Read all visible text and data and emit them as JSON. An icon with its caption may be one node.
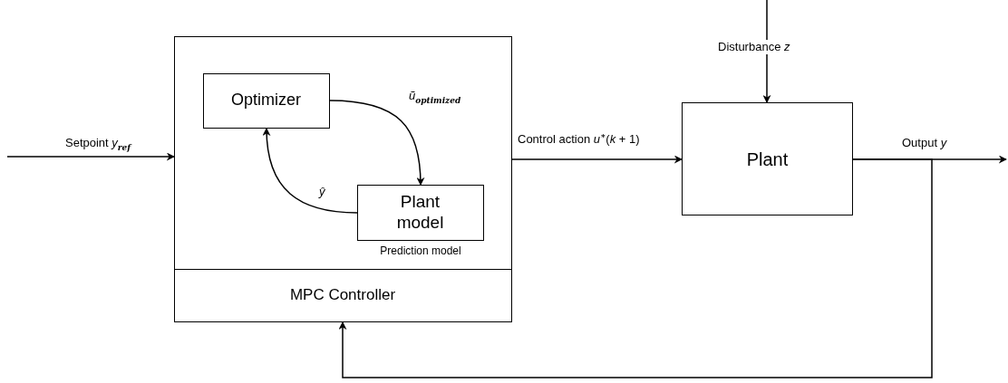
{
  "diagram": {
    "nodes": [
      {
        "text": [],
        "shape": "box"
      },
      {
        "text": [
          "MPC Controller"
        ],
        "in": 0
      },
      {
        "text": [
          "Optimizer"
        ],
        "in": 0
      },
      {
        "text": [
          "Plant model"
        ],
        "in": 0,
        "beside": [
          "Prediction model"
        ]
      },
      {
        "text": [
          "Plant"
        ]
      }
    ],
    "edges": [
      {
        "from": null,
        "to": 0,
        "arrow": "to",
        "label": "Setpoint *y*$_{ref}$"
      },
      {
        "from": 2,
        "to": 3,
        "arrow": "to",
        "label": "*ũ*$_{optimized}$"
      },
      {
        "from": 3,
        "to": 2,
        "arrow": "to",
        "label": "*ŷ*"
      },
      {
        "from": 0,
        "to": 4,
        "arrow": "to",
        "label": "Control action *u*$^{∗}$(*k* + 1)"
      },
      {
        "from": null,
        "to": 4,
        "arrow": "to",
        "label": "Disturbance *z*"
      },
      {
        "from": 4,
        "to": null,
        "arrow": "to",
        "label": "Output *y*"
      },
      {
        "from": 4,
        "to": 1,
        "arrow": "to"
      }
    ]
  }
}
